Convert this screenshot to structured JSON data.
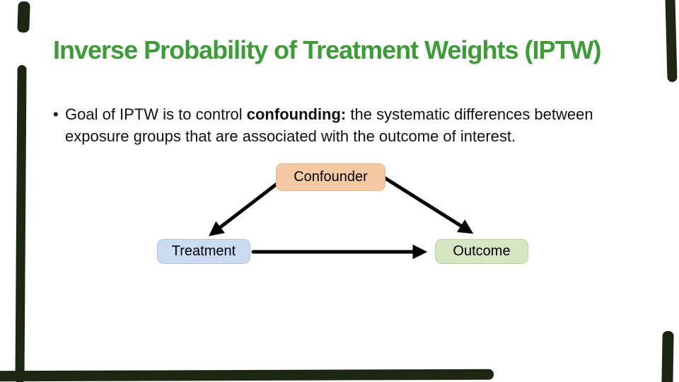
{
  "slide": {
    "title": "Inverse Probability of Treatment Weights (IPTW)",
    "title_color": "#3c9c35",
    "bullet": {
      "marker": "•",
      "prefix": "Goal of IPTW is to control ",
      "bold": "confounding:",
      "suffix": " the systematic differences between exposure groups that are associated with the outcome of interest."
    },
    "diagram": {
      "arrow_color": "#000000",
      "nodes": {
        "confounder": {
          "label": "Confounder",
          "fill": "#f5caa2",
          "border": "#ebb287"
        },
        "treatment": {
          "label": "Treatment",
          "fill": "#c9dcf1",
          "border": "#a8c6e5"
        },
        "outcome": {
          "label": "Outcome",
          "fill": "#d5e6c2",
          "border": "#bbd49c"
        }
      },
      "edges": [
        {
          "from": "confounder",
          "to": "treatment"
        },
        {
          "from": "confounder",
          "to": "outcome"
        },
        {
          "from": "treatment",
          "to": "outcome"
        }
      ]
    },
    "border_stroke_color": "#1d2513"
  }
}
